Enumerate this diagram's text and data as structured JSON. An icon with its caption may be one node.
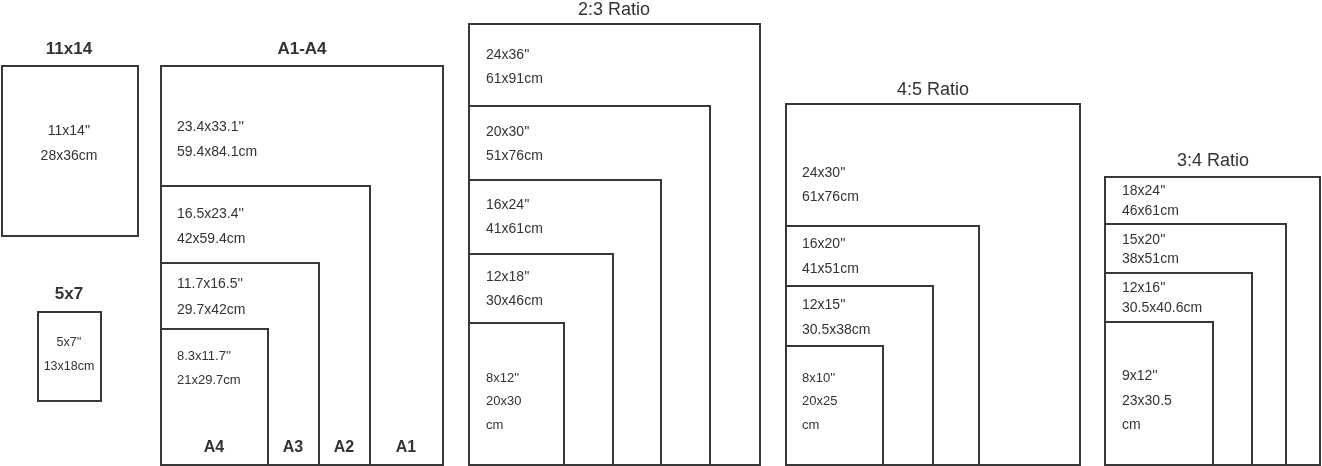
{
  "diagram": {
    "nodes": [
      {
        "text": [
          "11x14",
          "11x14''",
          "28x36cm"
        ]
      },
      {
        "text": [
          "5x7",
          "5x7''",
          "13x18cm"
        ]
      },
      {
        "text": [
          "A1-A4",
          "23.4x33.1''",
          "59.4x84.1cm",
          "A1"
        ]
      },
      {
        "text": [
          "16.5x23.4''",
          "42x59.4cm",
          "A2"
        ],
        "in": 2
      },
      {
        "text": [
          "11.7x16.5''",
          "29.7x42cm",
          "A3"
        ],
        "in": 3
      },
      {
        "text": [
          "8.3x11.7''",
          "21x29.7cm",
          "A4"
        ],
        "in": 4
      },
      {
        "text": [
          "2:3 Ratio",
          "24x36''",
          "61x91cm"
        ]
      },
      {
        "text": [
          "20x30''",
          "51x76cm"
        ],
        "in": 6
      },
      {
        "text": [
          "16x24''",
          "41x61cm"
        ],
        "in": 7
      },
      {
        "text": [
          "12x18''",
          "30x46cm"
        ],
        "in": 8
      },
      {
        "text": [
          "8x12''",
          "20x30 cm"
        ],
        "in": 9
      },
      {
        "text": [
          "4:5 Ratio",
          "24x30''",
          "61x76cm"
        ]
      },
      {
        "text": [
          "16x20''",
          "41x51cm"
        ],
        "in": 11
      },
      {
        "text": [
          "12x15''",
          "30.5x38cm"
        ],
        "in": 12
      },
      {
        "text": [
          "8x10''",
          "20x25 cm"
        ],
        "in": 13
      },
      {
        "text": [
          "3:4 Ratio",
          "18x24''",
          "46x61cm"
        ]
      },
      {
        "text": [
          "15x20''",
          "38x51cm"
        ],
        "in": 15
      },
      {
        "text": [
          "12x16''",
          "30.5x40.6cm"
        ],
        "in": 16
      },
      {
        "text": [
          "9x12''",
          "23x30.5 cm"
        ],
        "in": 17
      }
    ]
  }
}
